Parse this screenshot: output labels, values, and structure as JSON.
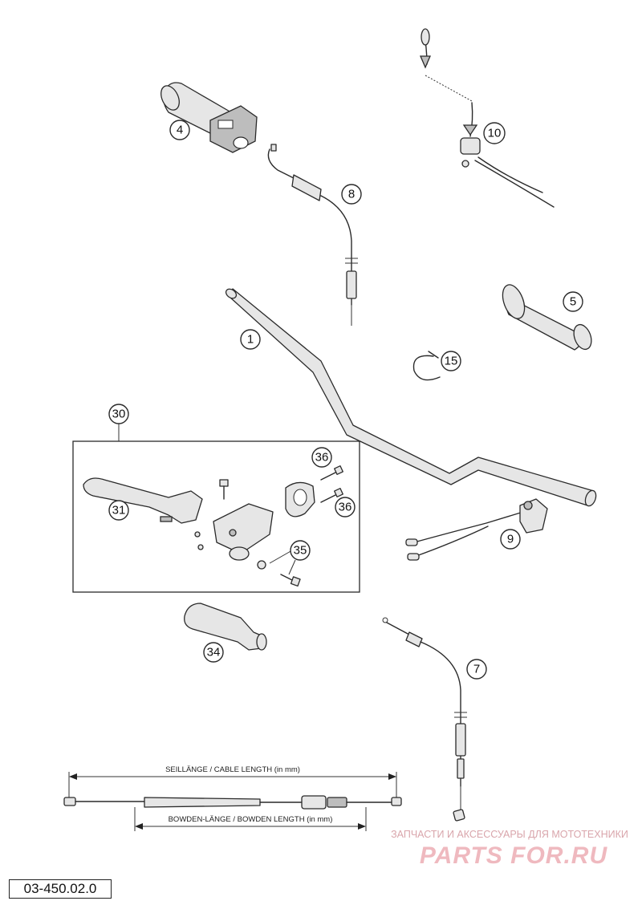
{
  "diagram": {
    "callouts": {
      "c1": "1",
      "c4": "4",
      "c5": "5",
      "c7": "7",
      "c8": "8",
      "c9": "9",
      "c10": "10",
      "c15": "15",
      "c30": "30",
      "c31": "31",
      "c34": "34",
      "c35": "35",
      "c36a": "36",
      "c36b": "36"
    },
    "dimension": {
      "cable_length_label": "SEILLÄNGE / CABLE LENGTH    (in mm)",
      "bowden_length_label": "BOWDEN-LÄNGE / BOWDEN LENGTH    (in mm)"
    }
  },
  "watermark": {
    "line": "ЗАПЧАСТИ И АКСЕССУАРЫ ДЛЯ МОТОТЕХНИКИ",
    "logo": "PARTS FOR.RU"
  },
  "footer": {
    "part_code": "03-450.02.0"
  }
}
